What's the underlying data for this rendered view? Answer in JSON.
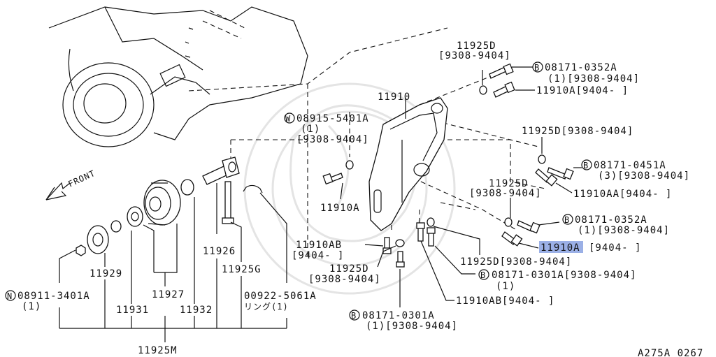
{
  "diagram": {
    "labels": {
      "p11925D_top": "11925D",
      "p11925D_top_range": "[9308-9404]",
      "b08171_0352A_top": "08171-0352A",
      "b08171_0352A_top_qty": "(1)[9308-9404]",
      "p11910A_top": "11910A[9404-     ]",
      "p11910": "11910",
      "w08915": "08915-5401A",
      "w08915_qty": "(1)",
      "w08915_range": "[9308-9404]",
      "p11925D_mid": "11925D[9308-9404]",
      "b08171_0451A": "08171-0451A",
      "b08171_0451A_qty": "(3)[9308-9404]",
      "p11910AA": "11910AA[9404-     ]",
      "p11925D_lower": "11925D",
      "p11925D_lower_range": "[9308-9404]",
      "b08171_0352A_low": "08171-0352A",
      "b08171_0352A_low_qty": "(1)[9308-9404]",
      "p11910A_hl": "11910A",
      "p11910A_hl_range": "[9404-     ]",
      "p11925D_bottom": "11925D[9308-9404]",
      "b08171_0301A_right": "08171-0301A[9308-9404]",
      "b08171_0301A_right_qty": "(1)",
      "p11910AB_right": "11910AB[9404-     ]",
      "p11910A_left": "11910A",
      "p11910AB_left": "11910AB",
      "p11910AB_left_range": "[9404-     ]",
      "p11925D_left": "11925D",
      "p11925D_left_range": "[9308-9404]",
      "b08171_0301A_bottom": "08171-0301A",
      "b08171_0301A_bottom_qty": "(1)[9308-9404]",
      "front": "FRONT",
      "p11926": "11926",
      "p11925G": "11925G",
      "p11929": "11929",
      "p11927": "11927",
      "p11931": "11931",
      "p11932": "11932",
      "n08911": "08911-3401A",
      "n08911_qty": "(1)",
      "r00922": "00922-5061A",
      "r00922_sub": "リング(1)",
      "p11925M": "11925M",
      "ref_code": "A275A 0267"
    },
    "badges": {
      "B": "B",
      "W": "W",
      "N": "N"
    },
    "colors": {
      "line": "#111111",
      "highlight": "#9bb0e6",
      "watermark": "#e4e4e4"
    }
  }
}
